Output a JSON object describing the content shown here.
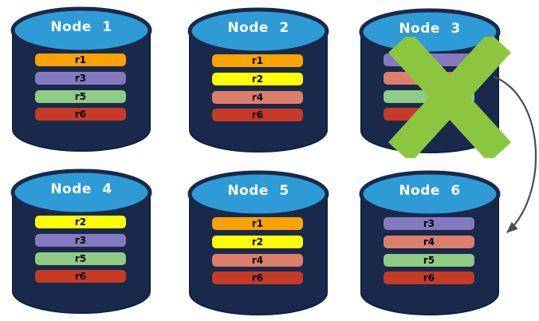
{
  "palette": {
    "cylinder_top": "#2E9BD6",
    "cylinder_body": "#19294B",
    "failure_x": "#8CC63F",
    "arrow": "#4D4D4D",
    "title_text": "#FFFFFF",
    "bar_text": "#000000",
    "r1": "#F9A200",
    "r2": "#FFFF00",
    "r3": "#8579BF",
    "r4": "#DD7E6B",
    "r5": "#8FCB83",
    "r6": "#C63A26"
  },
  "nodes": [
    {
      "label": "Node 1",
      "bars": [
        {
          "label": "r1",
          "color": "#F9A200"
        },
        {
          "label": "r3",
          "color": "#8579BF"
        },
        {
          "label": "r5",
          "color": "#8FCB83"
        },
        {
          "label": "r6",
          "color": "#C63A26"
        }
      ]
    },
    {
      "label": "Node 2",
      "bars": [
        {
          "label": "r1",
          "color": "#F9A200"
        },
        {
          "label": "r2",
          "color": "#FFFF00"
        },
        {
          "label": "r4",
          "color": "#DD7E6B"
        },
        {
          "label": "r6",
          "color": "#C63A26"
        }
      ]
    },
    {
      "label": "Node 3",
      "bars": [
        {
          "label": "r3",
          "color": "#8579BF"
        },
        {
          "label": "",
          "color": "#DD7E6B"
        },
        {
          "label": "",
          "color": "#8FCB83"
        },
        {
          "label": "",
          "color": "#C63A26"
        }
      ]
    },
    {
      "label": "Node 4",
      "bars": [
        {
          "label": "r2",
          "color": "#FFFF00"
        },
        {
          "label": "r3",
          "color": "#8579BF"
        },
        {
          "label": "r5",
          "color": "#8FCB83"
        },
        {
          "label": "r6",
          "color": "#C63A26"
        }
      ]
    },
    {
      "label": "Node 5",
      "bars": [
        {
          "label": "r1",
          "color": "#F9A200"
        },
        {
          "label": "r2",
          "color": "#FFFF00"
        },
        {
          "label": "r4",
          "color": "#DD7E6B"
        },
        {
          "label": "r6",
          "color": "#C63A26"
        }
      ]
    },
    {
      "label": "Node 6",
      "bars": [
        {
          "label": "r3",
          "color": "#8579BF"
        },
        {
          "label": "r4",
          "color": "#DD7E6B"
        },
        {
          "label": "r5",
          "color": "#8FCB83"
        },
        {
          "label": "r6",
          "color": "#C63A26"
        }
      ]
    }
  ]
}
